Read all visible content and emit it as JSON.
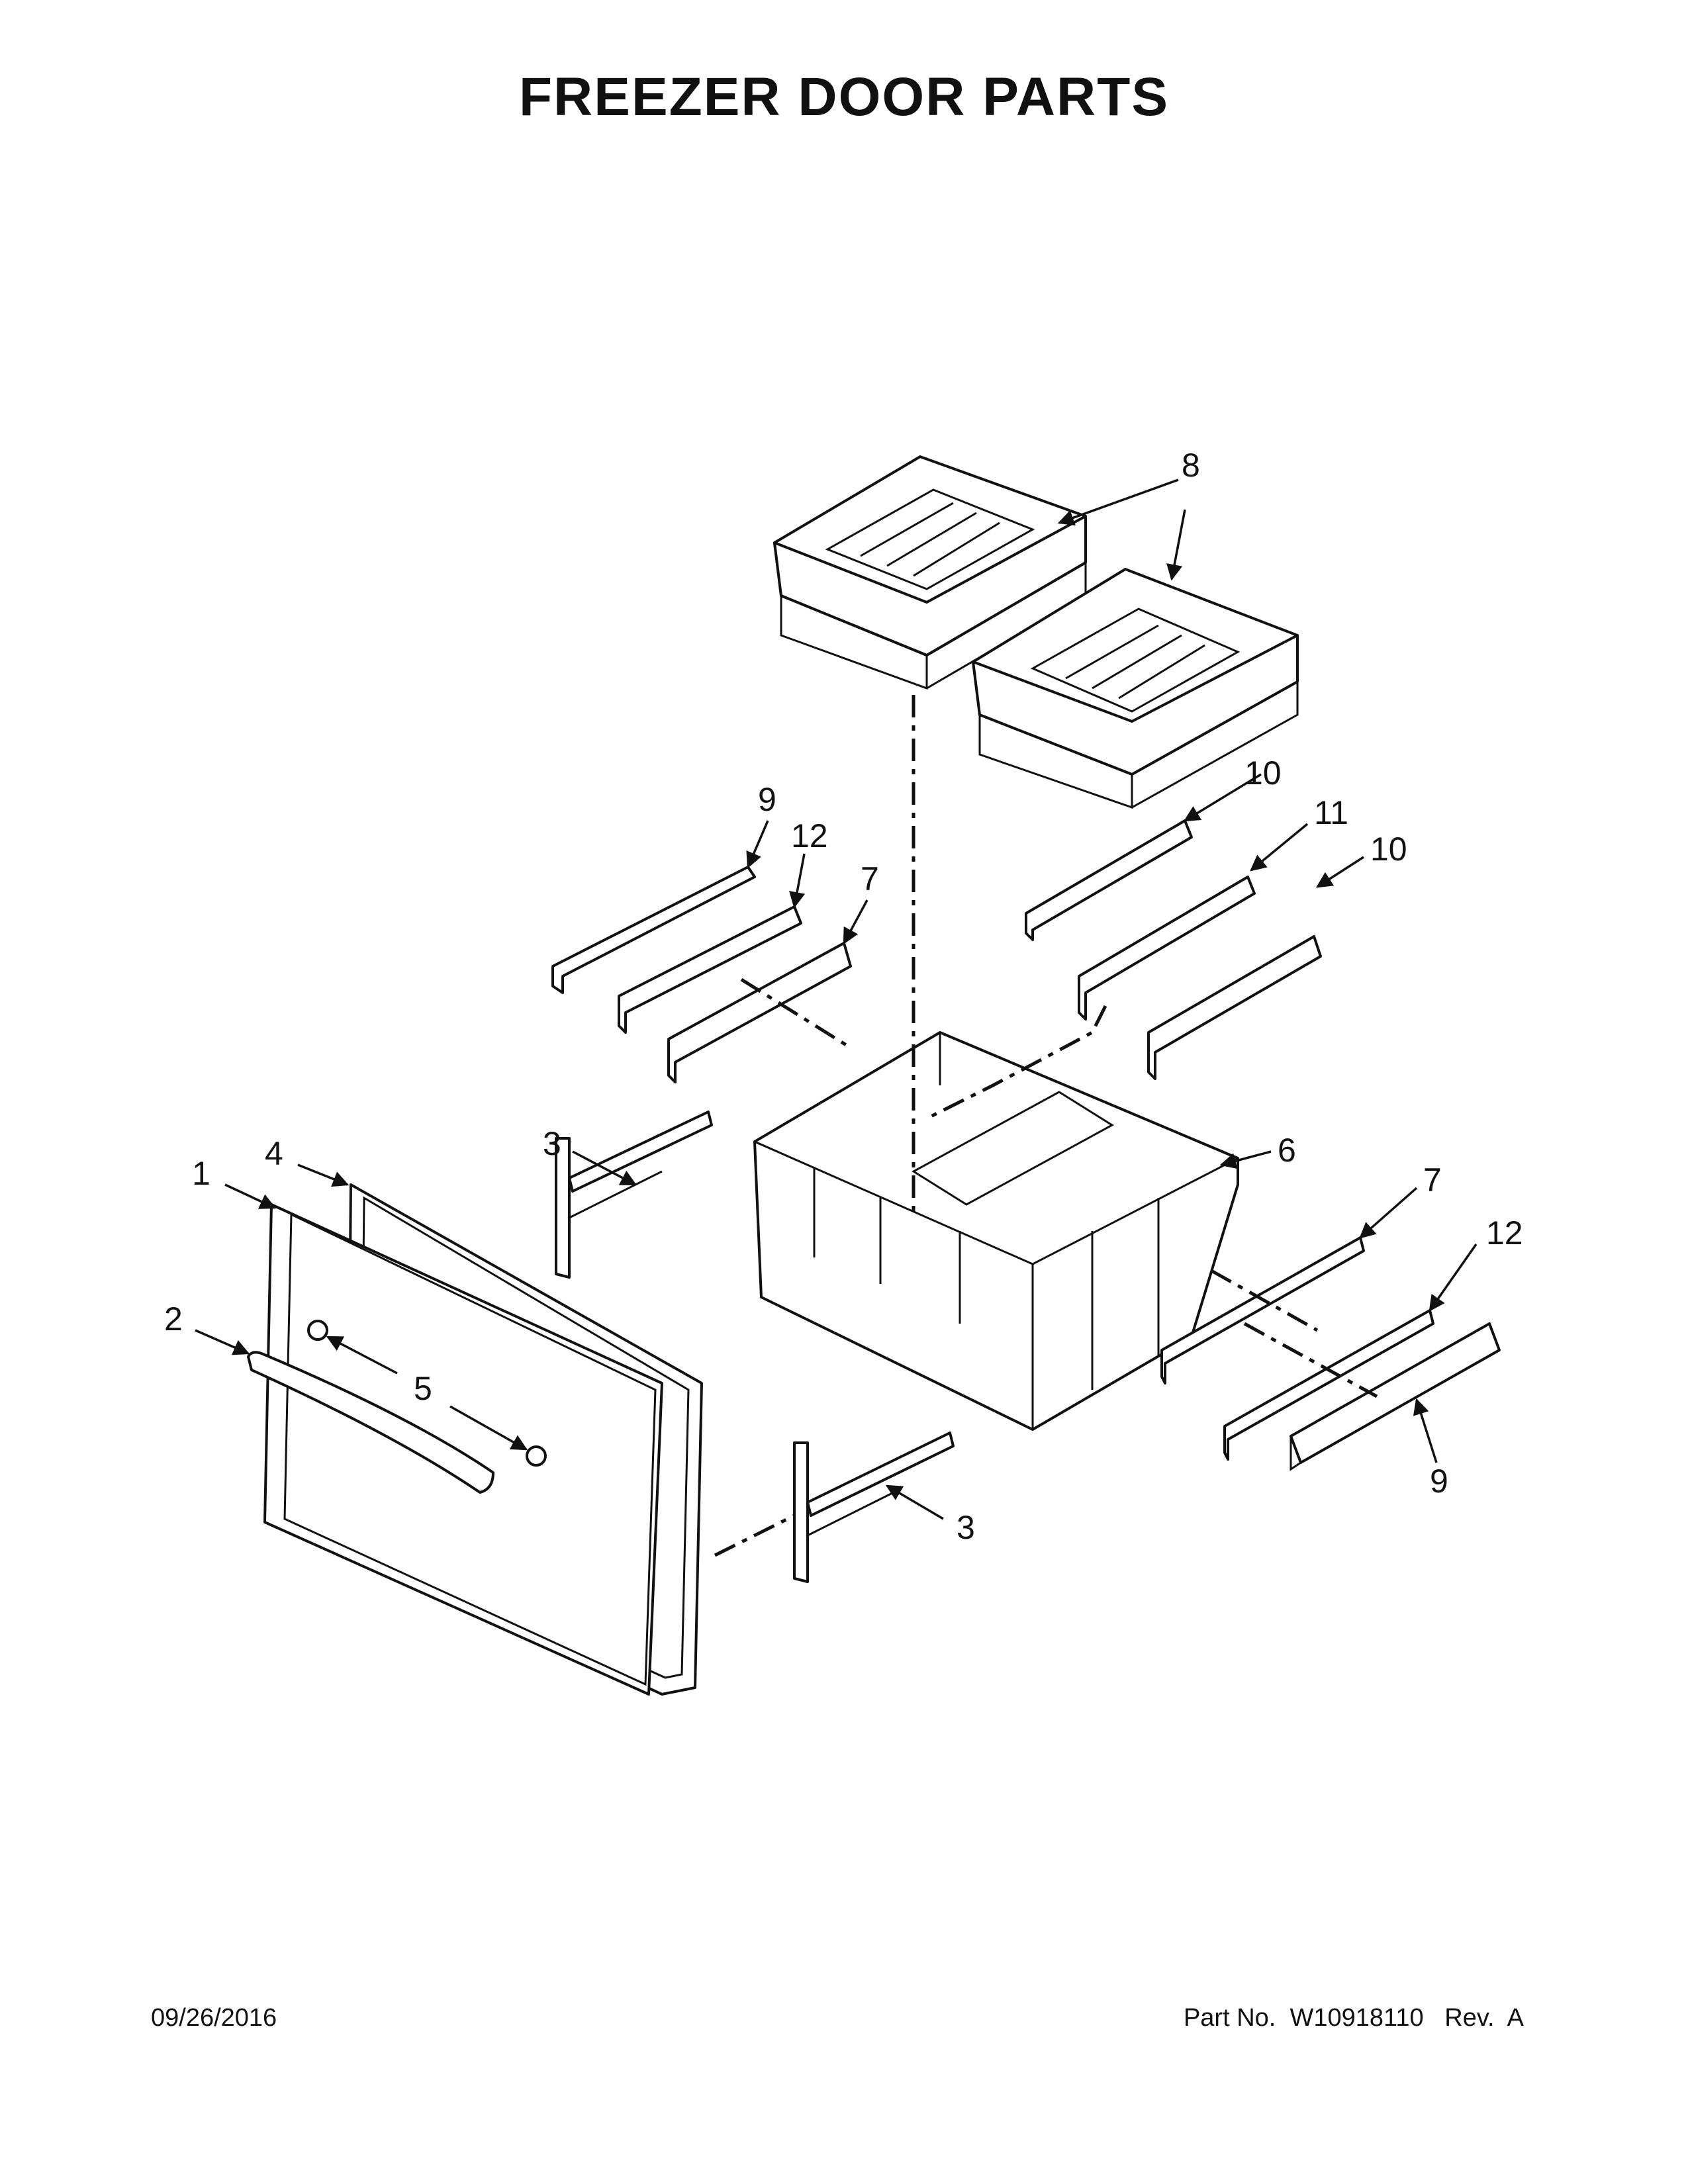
{
  "header": {
    "title": "FREEZER DOOR PARTS"
  },
  "callouts": {
    "c1": "1",
    "c2": "2",
    "c3a": "3",
    "c3b": "3",
    "c4": "4",
    "c5": "5",
    "c6": "6",
    "c7a": "7",
    "c7b": "7",
    "c8": "8",
    "c9a": "9",
    "c9b": "9",
    "c10a": "10",
    "c10b": "10",
    "c11": "11",
    "c12a": "12",
    "c12b": "12"
  },
  "footer": {
    "date": "09/26/2016",
    "part_label": "Part No.",
    "part_number": "W10918110",
    "rev_label": "Rev.",
    "rev": "A"
  }
}
